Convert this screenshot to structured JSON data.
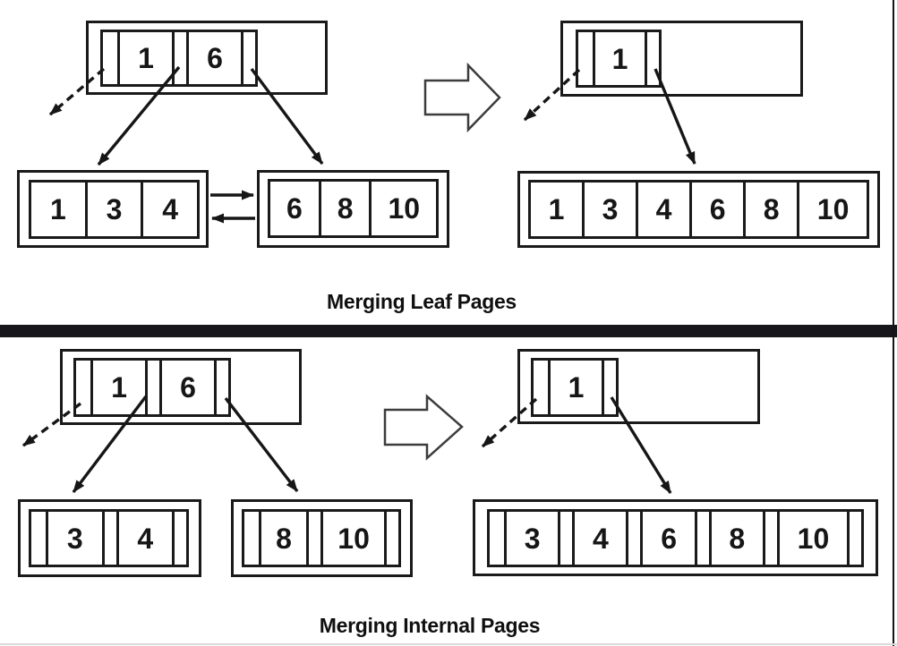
{
  "colors": {
    "line": "#1a1a1a",
    "divider_bar": "#17171b",
    "background": "#ffffff",
    "block_arrow_outline": "#3c3c3c"
  },
  "sections": [
    {
      "title": "Merging Leaf Pages",
      "before": {
        "parent": {
          "keys": [
            "1",
            "6"
          ]
        },
        "left_child": {
          "keys": [
            "1",
            "3",
            "4"
          ]
        },
        "right_child": {
          "keys": [
            "6",
            "8",
            "10"
          ]
        }
      },
      "after": {
        "parent": {
          "keys": [
            "1"
          ]
        },
        "merged_child": {
          "keys": [
            "1",
            "3",
            "4",
            "6",
            "8",
            "10"
          ]
        }
      }
    },
    {
      "title": "Merging Internal Pages",
      "before": {
        "parent": {
          "keys": [
            "1",
            "6"
          ]
        },
        "left_child": {
          "keys": [
            "3",
            "4"
          ]
        },
        "right_child": {
          "keys": [
            "8",
            "10"
          ]
        }
      },
      "after": {
        "parent": {
          "keys": [
            "1"
          ]
        },
        "merged_child": {
          "keys": [
            "3",
            "4",
            "6",
            "8",
            "10"
          ]
        }
      }
    }
  ]
}
